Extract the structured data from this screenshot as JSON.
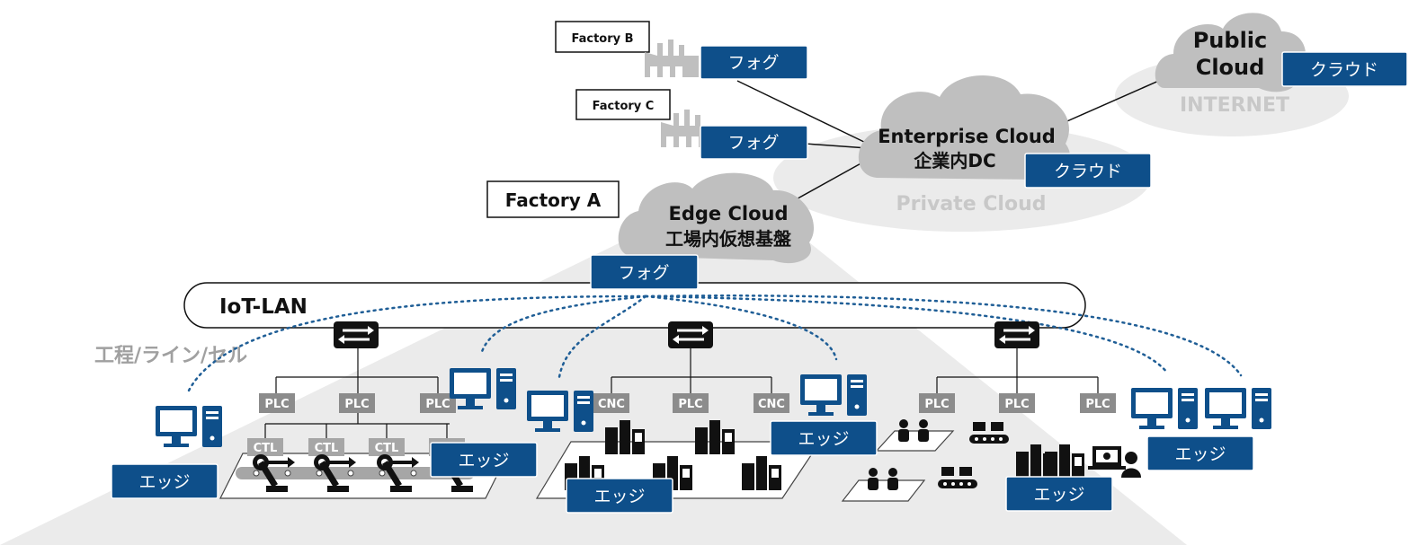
{
  "labels": {
    "factory_b": "Factory B",
    "factory_c": "Factory C",
    "factory_a": "Factory A",
    "public_cloud_1": "Public",
    "public_cloud_2": "Cloud",
    "internet": "INTERNET",
    "enterprise_1": "Enterprise Cloud",
    "enterprise_2": "企業内DC",
    "private_cloud": "Private Cloud",
    "edge_1": "Edge Cloud",
    "edge_2": "工場内仮想基盤",
    "iot_lan": "IoT-LAN",
    "process": "工程/ライン/セル",
    "fog": "フォグ",
    "cloud": "クラウド",
    "edge": "エッジ",
    "plc": "PLC",
    "cnc": "CNC",
    "ctl": "CTL"
  },
  "colors": {
    "tag_blue": "#0e4f8a",
    "cloud_gray": "#bfbfbf",
    "faint_gray": "#e6e6e6",
    "plc_gray": "#8c8c8c",
    "dotted_blue": "#1f5e96",
    "text_gray": "#a0a0a0"
  },
  "icons": [
    "factory-icon",
    "switch-icon",
    "pc-icon",
    "robot-arm-icon",
    "machine-icon",
    "operator-icon",
    "conveyor-icon",
    "engineer-laptop-icon"
  ]
}
